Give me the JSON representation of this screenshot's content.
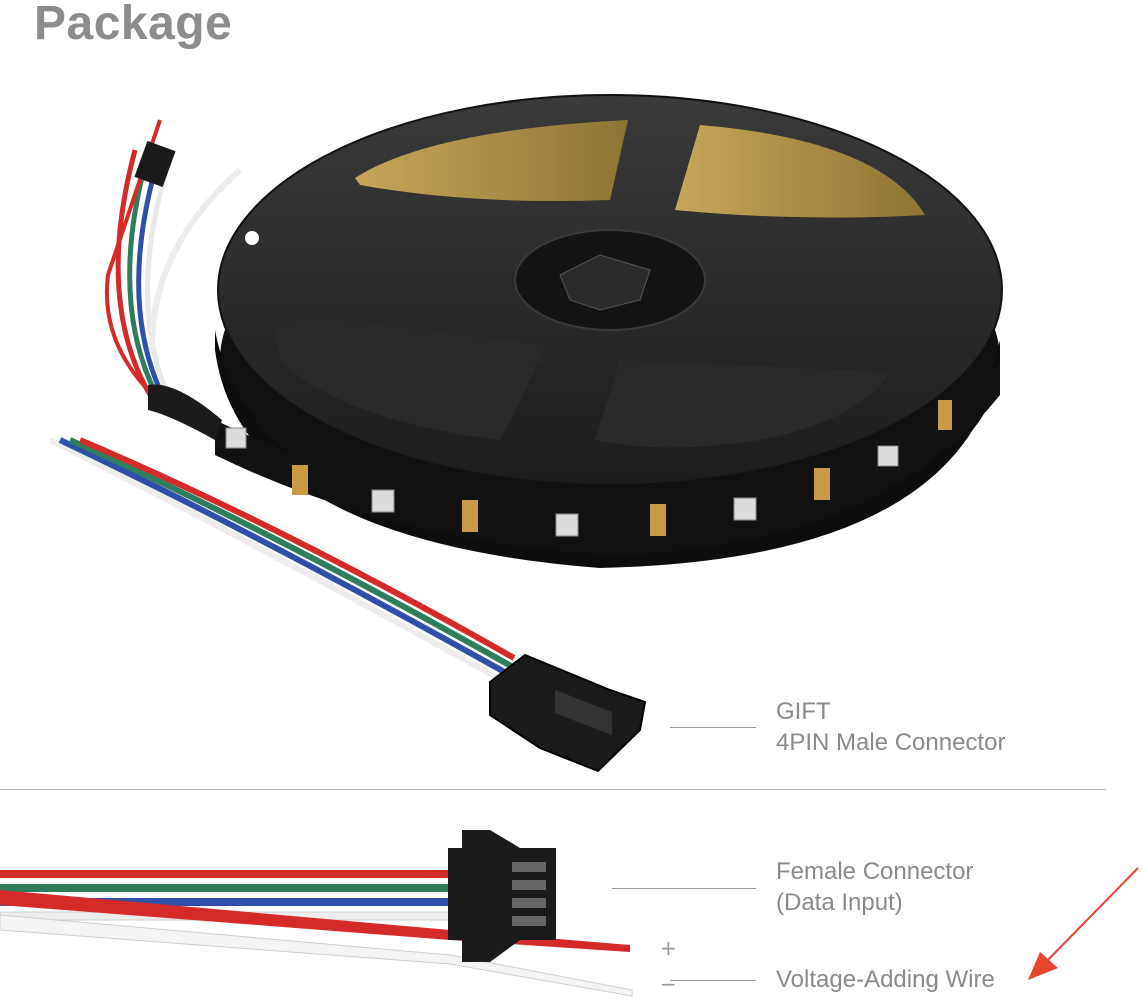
{
  "title": "Package",
  "labels": {
    "gift": "GIFT",
    "male_connector": "4PIN Male Connector",
    "female_connector": "Female Connector",
    "data_input": "(Data Input)",
    "voltage_wire": "Voltage-Adding Wire"
  },
  "polarity": {
    "plus": "+",
    "minus": "−"
  },
  "wire_colors": {
    "red": "#d42a2a",
    "green": "#2f7d5a",
    "blue": "#2f4fa8",
    "white": "#f2f2f2"
  },
  "arrow_color": "#e8452f"
}
